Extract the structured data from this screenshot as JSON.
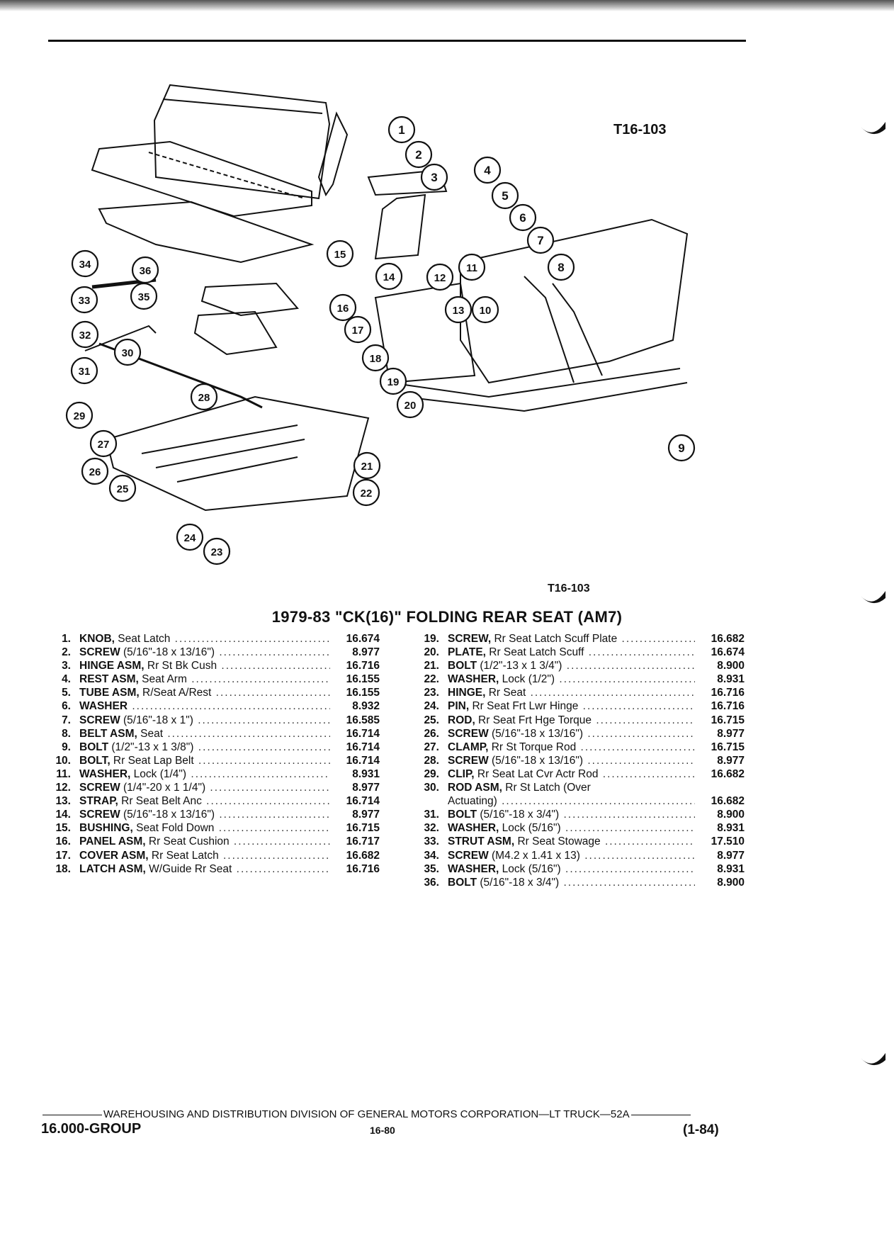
{
  "figure_ref_top": "T16-103",
  "figure_ref_bottom": "T16-103",
  "title": "1979-83 \"CK(16)\" FOLDING REAR SEAT (AM7)",
  "callouts": [
    "1",
    "2",
    "3",
    "4",
    "5",
    "6",
    "7",
    "8",
    "9",
    "10",
    "11",
    "12",
    "13",
    "14",
    "15",
    "16",
    "17",
    "18",
    "19",
    "20",
    "21",
    "22",
    "23",
    "24",
    "25",
    "26",
    "27",
    "28",
    "29",
    "30",
    "31",
    "32",
    "33",
    "34",
    "35",
    "36"
  ],
  "parts_left": [
    {
      "num": "1.",
      "name": "KNOB,",
      "desc": " Seat Latch",
      "code": "16.674"
    },
    {
      "num": "2.",
      "name": "SCREW",
      "desc": " (5/16\"-18 x 13/16\")",
      "code": "8.977"
    },
    {
      "num": "3.",
      "name": "HINGE ASM,",
      "desc": " Rr St Bk Cush",
      "code": "16.716"
    },
    {
      "num": "4.",
      "name": "REST ASM,",
      "desc": " Seat Arm",
      "code": "16.155"
    },
    {
      "num": "5.",
      "name": "TUBE ASM,",
      "desc": " R/Seat A/Rest",
      "code": "16.155"
    },
    {
      "num": "6.",
      "name": "WASHER",
      "desc": "",
      "code": "8.932"
    },
    {
      "num": "7.",
      "name": "SCREW",
      "desc": " (5/16\"-18 x 1\")",
      "code": "16.585"
    },
    {
      "num": "8.",
      "name": "BELT ASM,",
      "desc": " Seat",
      "code": "16.714"
    },
    {
      "num": "9.",
      "name": "BOLT",
      "desc": " (1/2\"-13 x 1 3/8\")",
      "code": "16.714"
    },
    {
      "num": "10.",
      "name": "BOLT,",
      "desc": " Rr Seat Lap Belt",
      "code": "16.714"
    },
    {
      "num": "11.",
      "name": "WASHER,",
      "desc": " Lock (1/4\")",
      "code": "8.931"
    },
    {
      "num": "12.",
      "name": "SCREW",
      "desc": " (1/4\"-20 x 1 1/4\")",
      "code": "8.977"
    },
    {
      "num": "13.",
      "name": "STRAP,",
      "desc": " Rr Seat Belt Anc",
      "code": "16.714"
    },
    {
      "num": "14.",
      "name": "SCREW",
      "desc": " (5/16\"-18 x 13/16\")",
      "code": "8.977"
    },
    {
      "num": "15.",
      "name": "BUSHING,",
      "desc": " Seat Fold Down",
      "code": "16.715"
    },
    {
      "num": "16.",
      "name": "PANEL ASM,",
      "desc": " Rr Seat Cushion",
      "code": "16.717"
    },
    {
      "num": "17.",
      "name": "COVER ASM,",
      "desc": " Rr Seat Latch",
      "code": "16.682"
    },
    {
      "num": "18.",
      "name": "LATCH ASM,",
      "desc": " W/Guide Rr Seat",
      "code": "16.716"
    }
  ],
  "parts_right": [
    {
      "num": "19.",
      "name": "SCREW,",
      "desc": " Rr Seat Latch Scuff Plate",
      "code": "16.682"
    },
    {
      "num": "20.",
      "name": "PLATE,",
      "desc": " Rr Seat Latch Scuff",
      "code": "16.674"
    },
    {
      "num": "21.",
      "name": "BOLT",
      "desc": " (1/2\"-13 x 1 3/4\")",
      "code": "8.900"
    },
    {
      "num": "22.",
      "name": "WASHER,",
      "desc": " Lock (1/2\")",
      "code": "8.931"
    },
    {
      "num": "23.",
      "name": "HINGE,",
      "desc": " Rr Seat",
      "code": "16.716"
    },
    {
      "num": "24.",
      "name": "PIN,",
      "desc": " Rr Seat Frt Lwr Hinge",
      "code": "16.716"
    },
    {
      "num": "25.",
      "name": "ROD,",
      "desc": " Rr Seat Frt Hge Torque",
      "code": "16.715"
    },
    {
      "num": "26.",
      "name": "SCREW",
      "desc": " (5/16\"-18 x 13/16\")",
      "code": "8.977"
    },
    {
      "num": "27.",
      "name": "CLAMP,",
      "desc": " Rr St Torque Rod",
      "code": "16.715"
    },
    {
      "num": "28.",
      "name": "SCREW",
      "desc": " (5/16\"-18 x 13/16\")",
      "code": "8.977"
    },
    {
      "num": "29.",
      "name": "CLIP,",
      "desc": " Rr Seat Lat Cvr Actr Rod",
      "code": "16.682"
    },
    {
      "num": "30.",
      "name": "ROD ASM,",
      "desc": " Rr St Latch (Over",
      "code": ""
    },
    {
      "num": "",
      "name": "",
      "desc": "Actuating)",
      "code": "16.682"
    },
    {
      "num": "31.",
      "name": "BOLT",
      "desc": " (5/16\"-18 x 3/4\")",
      "code": "8.900"
    },
    {
      "num": "32.",
      "name": "WASHER,",
      "desc": " Lock (5/16\")",
      "code": "8.931"
    },
    {
      "num": "33.",
      "name": "STRUT ASM,",
      "desc": " Rr Seat Stowage",
      "code": "17.510"
    },
    {
      "num": "34.",
      "name": "SCREW",
      "desc": " (M4.2 x 1.41 x 13)",
      "code": "8.977"
    },
    {
      "num": "35.",
      "name": "WASHER,",
      "desc": " Lock (5/16\")",
      "code": "8.931"
    },
    {
      "num": "36.",
      "name": "BOLT",
      "desc": " (5/16\"-18 x 3/4\")",
      "code": "8.900"
    }
  ],
  "footer": {
    "division": "WAREHOUSING AND DISTRIBUTION DIVISION OF GENERAL MOTORS CORPORATION—LT TRUCK—52A",
    "group": "16.000-GROUP",
    "page": "16-80",
    "date": "(1-84)"
  }
}
